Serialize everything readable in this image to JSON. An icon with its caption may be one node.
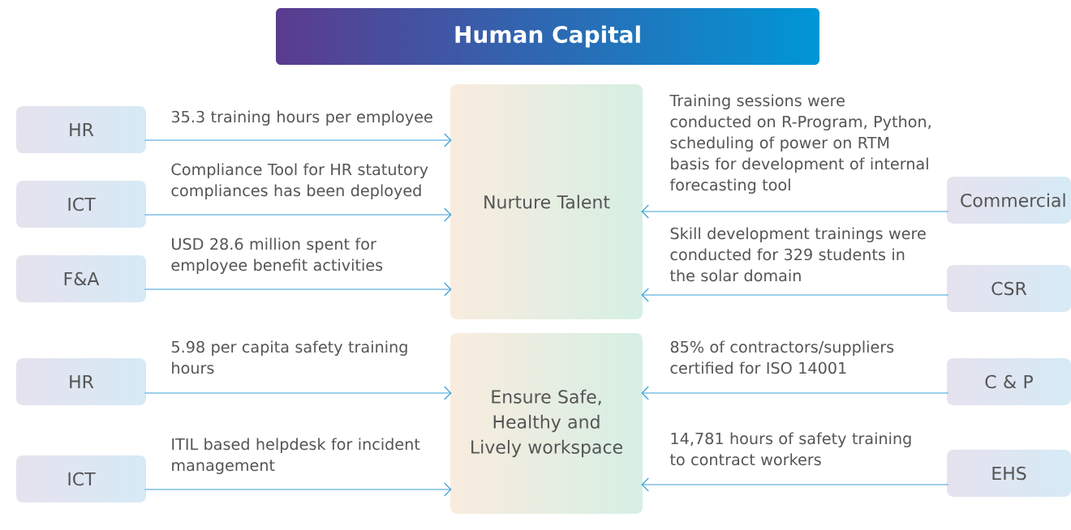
{
  "diagram": {
    "title": "Human Capital",
    "nodes": [
      {
        "text": [
          "HR"
        ]
      },
      {
        "text": [
          "ICT"
        ]
      },
      {
        "text": [
          "F&A"
        ]
      },
      {
        "text": [
          "HR"
        ]
      },
      {
        "text": [
          "ICT"
        ]
      },
      {
        "text": [
          "Nurture Talent"
        ]
      },
      {
        "text": [
          "Ensure Safe, Healthy and Lively workspace"
        ]
      },
      {
        "text": [
          "Commercial"
        ]
      },
      {
        "text": [
          "CSR"
        ]
      },
      {
        "text": [
          "C & P"
        ]
      },
      {
        "text": [
          "EHS"
        ]
      }
    ],
    "edges": [
      {
        "from": 0,
        "to": 5,
        "arrow": "to",
        "label": "35.3 training hours per employee"
      },
      {
        "from": 1,
        "to": 5,
        "arrow": "to",
        "label": "Compliance Tool for HR statutory compliances has been deployed"
      },
      {
        "from": 2,
        "to": 5,
        "arrow": "to",
        "label": "USD  28.6 million spent for employee benefit activities"
      },
      {
        "from": 3,
        "to": 6,
        "arrow": "to",
        "label": "5.98 per capita safety training hours"
      },
      {
        "from": 4,
        "to": 6,
        "arrow": "to",
        "label": "ITIL based helpdesk for incident management"
      },
      {
        "from": 7,
        "to": 5,
        "arrow": "to",
        "label": "Training sessions were conducted on R-Program, Python, scheduling of power on RTM basis for development of internal forecasting tool"
      },
      {
        "from": 8,
        "to": 5,
        "arrow": "to",
        "label": "Skill development trainings were conducted for 329 students in the solar domain"
      },
      {
        "from": 9,
        "to": 6,
        "arrow": "to",
        "label": "85% of contractors/suppliers certified for ISO 14001"
      },
      {
        "from": 10,
        "to": 6,
        "arrow": "to",
        "label": "14,781 hours of safety training to contract workers"
      }
    ]
  }
}
